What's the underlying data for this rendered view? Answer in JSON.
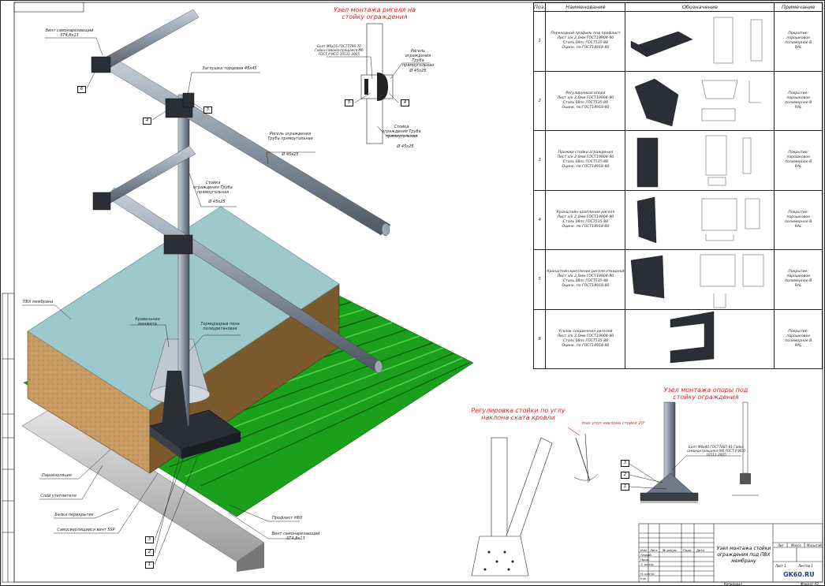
{
  "drawing": {
    "title_upper": "Узел монтажа ригеля на стойку ограждения",
    "title_lower_right": "Узел монтажа опоры под стойку ограждения",
    "title_lower_left": "Регулировка стойки по углу наклона ската кровли",
    "max_angle": "max угол наклона стойки 20°"
  },
  "callouts": {
    "screw_top": "Винт самонарезающий ST4,8х13",
    "end_cap": "Заглушка торцевая 45х45",
    "rail": "Ригель ограждения Труба прямоугольная",
    "rail_size": "Ø 45х25",
    "post": "Стойка ограждения Труба прямоугольная",
    "post_size": "Ø 45х25",
    "pvc": "ПВХ мембрана",
    "sleeve": "Кровельная манжета",
    "thermal": "Терморазрыв пена полиуретановая",
    "vapor": "Пароизоляция",
    "insulation": "Слой утеплителя",
    "beam": "Балка перекрытия",
    "self_drill": "Самосверлящийся винт SSP",
    "profile": "Профлист Н60",
    "screw_bottom": "Винт самонарезающий ST4,8х13",
    "detail_bolt": "Болт М6х16 ГОСТ7796-70 Гайка самоконтрящаяся М6 ГОСТ Р ИСО 10511-2005",
    "detail_rail": "Ригель ограждения Труба прямоугольная",
    "detail_rail_size": "Ø 45х25",
    "detail_post": "Стойка ограждения Труба прямоугольная",
    "detail_post_size": "Ø 45х25",
    "base_bolt": "Болт М6х40 ГОСТ7805-81 Гайка самоконтрящаяся М6 ГОСТ Р ИСО 10511-2005"
  },
  "numbers": {
    "n1": "1",
    "n2": "2",
    "n3": "3",
    "n4": "4",
    "n5": "5",
    "n6": "6"
  },
  "spec_table": {
    "headers": [
      "Поз.",
      "Наименование",
      "Обозначение",
      "Примечание"
    ],
    "rows": [
      {
        "pos": "1",
        "name": "Переходной профиль под профлист",
        "l1": "Лист х/к 2,0мм ГОСТ19904-90",
        "l2": "Сталь 08пс ГОСТ535-88",
        "l3": "Оцинк. по ГОСТ14918-80",
        "note": "Покрытие: порошковое полимерное В RAL"
      },
      {
        "pos": "2",
        "name": "Регулируемая опора",
        "l1": "Лист х/к 2,0мм ГОСТ19904-90",
        "l2": "Сталь 08пс ГОСТ535-88",
        "l3": "Оцинк. по ГОСТ14918-80",
        "note": "Покрытие: порошковое полимерное В RAL"
      },
      {
        "pos": "3",
        "name": "Прижим стойки ограждения",
        "l1": "Лист х/к 2,0мм ГОСТ19904-90",
        "l2": "Сталь 08пс ГОСТ535-88",
        "l3": "Оцинк. по ГОСТ14918-80",
        "note": "Покрытие: порошковое полимерное В RAL"
      },
      {
        "pos": "4",
        "name": "Кронштейн крепления ригеля",
        "l1": "Лист х/к 2,0мм ГОСТ19904-90",
        "l2": "Сталь 08пс ГОСТ535-88",
        "l3": "Оцинк. по ГОСТ14918-80",
        "note": "Покрытие: порошковое полимерное В RAL"
      },
      {
        "pos": "5",
        "name": "Кронштейн крепления ригеля откидной",
        "l1": "Лист х/к 2,0мм ГОСТ19904-90",
        "l2": "Сталь 08пс ГОСТ535-88",
        "l3": "Оцинк. по ГОСТ14918-80",
        "note": "Покрытие: порошковое полимерное В RAL"
      },
      {
        "pos": "6",
        "name": "Уголок соединения ригелей",
        "l1": "Лист х/к 2,0мм ГОСТ19904-90",
        "l2": "Сталь 08пс ГОСТ535-88",
        "l3": "Оцинк. по ГОСТ14918-80",
        "note": "Покрытие: порошковое полимерное В RAL"
      }
    ]
  },
  "title_block": {
    "name": "Узел монтажа стойки ограждения под ПВХ мембрану",
    "col_stage": "Лит",
    "col_mass": "Масса",
    "col_scale": "Масштаб",
    "sheet": "Лист 1",
    "sheets": "Листов 1",
    "brand": "GK60.RU",
    "format": "Формат A3",
    "copied": "Копировал",
    "rows": [
      "Изм",
      "Лист",
      "№ докум.",
      "Подп.",
      "Дата",
      "Разраб.",
      "Пров.",
      "Т. контр.",
      "Н. контр.",
      "Утв."
    ]
  },
  "colors": {
    "green": "#1aa01a",
    "membrane": "#9ec9cc",
    "insulation": "#c79a62",
    "steel": "#8e9aa8",
    "red": "#e02020"
  }
}
